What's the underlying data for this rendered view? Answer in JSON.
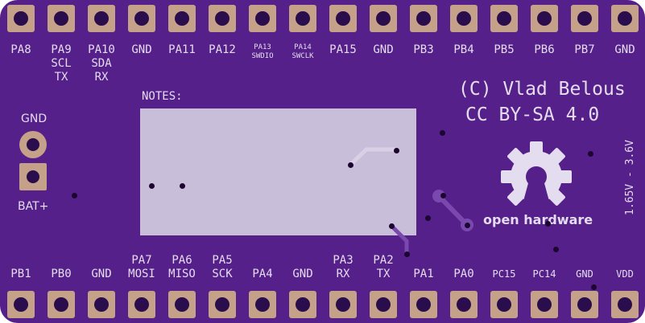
{
  "top_pins": [
    {
      "lines": [
        "PA8"
      ],
      "size": "normal"
    },
    {
      "lines": [
        "PA9",
        "SCL",
        "TX"
      ],
      "size": "normal"
    },
    {
      "lines": [
        "PA10",
        "SDA",
        "RX"
      ],
      "size": "normal"
    },
    {
      "lines": [
        "GND"
      ],
      "size": "normal"
    },
    {
      "lines": [
        "PA11"
      ],
      "size": "normal"
    },
    {
      "lines": [
        "PA12"
      ],
      "size": "normal"
    },
    {
      "lines": [
        "PA13",
        "SWDIO"
      ],
      "size": "small"
    },
    {
      "lines": [
        "PA14",
        "SWCLK"
      ],
      "size": "small"
    },
    {
      "lines": [
        "PA15"
      ],
      "size": "normal"
    },
    {
      "lines": [
        "GND"
      ],
      "size": "normal"
    },
    {
      "lines": [
        "PB3"
      ],
      "size": "normal"
    },
    {
      "lines": [
        "PB4"
      ],
      "size": "normal"
    },
    {
      "lines": [
        "PB5"
      ],
      "size": "normal"
    },
    {
      "lines": [
        "PB6"
      ],
      "size": "normal"
    },
    {
      "lines": [
        "PB7"
      ],
      "size": "normal"
    },
    {
      "lines": [
        "GND"
      ],
      "size": "normal"
    }
  ],
  "bottom_pins": [
    {
      "lines": [
        "PB1"
      ],
      "size": "normal"
    },
    {
      "lines": [
        "PB0"
      ],
      "size": "normal"
    },
    {
      "lines": [
        "GND"
      ],
      "size": "normal"
    },
    {
      "lines": [
        "PA7",
        "MOSI"
      ],
      "size": "normal"
    },
    {
      "lines": [
        "PA6",
        "MISO"
      ],
      "size": "normal"
    },
    {
      "lines": [
        "PA5",
        "SCK"
      ],
      "size": "normal"
    },
    {
      "lines": [
        "PA4"
      ],
      "size": "normal"
    },
    {
      "lines": [
        "GND"
      ],
      "size": "normal"
    },
    {
      "lines": [
        "PA3",
        "RX"
      ],
      "size": "normal"
    },
    {
      "lines": [
        "PA2",
        "TX"
      ],
      "size": "normal"
    },
    {
      "lines": [
        "PA1"
      ],
      "size": "normal"
    },
    {
      "lines": [
        "PA0"
      ],
      "size": "normal"
    },
    {
      "lines": [
        "PC15"
      ],
      "size": "mid"
    },
    {
      "lines": [
        "PC14"
      ],
      "size": "mid"
    },
    {
      "lines": [
        "GND"
      ],
      "size": "mid"
    },
    {
      "lines": [
        "VDD"
      ],
      "size": "mid"
    }
  ],
  "battery": {
    "gnd_label": "GND",
    "bat_label": "BAT+"
  },
  "notes_label": "NOTES:",
  "credit": {
    "line1": "(C) Vlad Belous",
    "line2": "CC BY-SA 4.0"
  },
  "logo_text": "open hardware",
  "voltage_text": "1.65V - 3.6V",
  "colors": {
    "board": "#56208a",
    "pad": "#c4a188",
    "silkscreen": "#e4dcef",
    "notes_area": "#c9bed9"
  }
}
